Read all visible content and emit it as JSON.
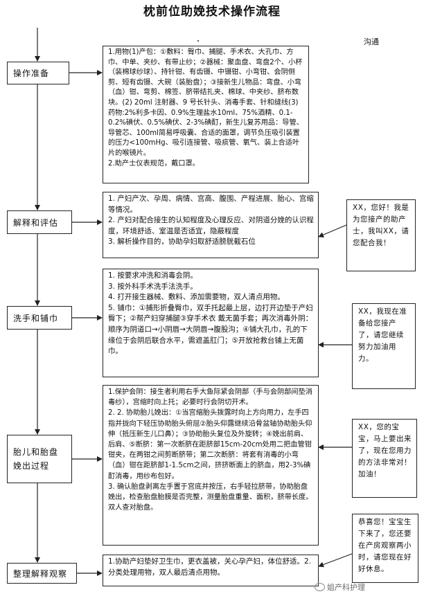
{
  "title": "枕前位助娩技术操作流程",
  "header_right": "沟通",
  "steps": [
    {
      "label": "操作准备"
    },
    {
      "label": "解释和评估"
    },
    {
      "label": "洗手和铺巾"
    },
    {
      "label": "胎儿和胎盘娩出过程"
    },
    {
      "label": "整理解释观察"
    }
  ],
  "contents": [
    {
      "lines": [
        "1.用物(1)产包：①敷料：臀巾、捕腿、手术衣、大孔巾、方巾、中单、夹纱、有带止纱；②器械：聚血盘、弯盘2个、小杯（装棉球纱球）、持针钳、有齿镊、中镊钳、小弯钳、会阴侧剪、短有齿镊、大碗（装胎盘）；③接新生儿物品：弯盘、小弯（血）钳、弯剪、棉签、脐带结扎夹、棉球、中夹纱、脐布数块。(2) 20ml 注射器、9 号长针头、消毒手套、针和缝线(3) 药物:2%利多卡因、0.9%生理盐水10ml、75%酒精、0.1-0.2%碘伏、0.5%碘伏、2-3%碘酊，新生儿复苏用品：导管、导管芯、100ml简易呼吸囊、合适的面罩，调节负压吸引装置的压力<100mHg、吸引连接管、吸痰管、氧气、装上合适叶片的喉镜片。",
        "2.助产士仪表规范，戴口罩。"
      ]
    },
    {
      "lines": [
        "1. 产妇产次、孕周、病情、宫高、腹围、产程进展、胎心、宫缩等情况。",
        "2. 产妇对配合接生的认知程度及心理反应、对阴道分娩的认识程度，环境舒适、室温是否适宜，隐蔽程度",
        "3. 解析操作目的，协助孕妇取舒适膀胱截石位"
      ]
    },
    {
      "lines": [
        "1. 按要求冲洗和消毒会阴。",
        "3. 按外科手术洗手法洗手。",
        "4. 打开接生器械、敷料、添加需要物，双人清点用物。",
        "5. 铺巾：①捕形折叠臀巾，双手托起最上层，边打开边垫于产妇臀下；②帮产妇穿捕腿③穿手术衣 戴无菌手套；再次消毒外阴：顺序为阴道口→小阴唇→大阴唇→腹股沟；④铺大孔巾，孔的下缘位于会阴后联合水平，需遮盖肛门；⑤开放抢救台铺上无菌巾。"
      ]
    },
    {
      "lines": [
        "1.保护会阴：接生者利用右手大鱼际紧会阴部（手与会阴部间垫消毒纱），宫缩时向上托；必要时行会阴切开术。",
        "2. 2. 协助胎儿娩出：①当宫缩胎头拨露时向上方向用力，左手四指并拢向下轻压协助胎头俯屈②胎头仰露继续沿骨盆轴协助胎头仰伸（抵压新生儿口鼻）；③协助胎头复位及外旋转；④娩出前肩、后肩、⑤断脐：第一次断脐在距脐部15cm-20cm处用二把血管钳钳夹，在两钳之间剪断脐带；第二次断脐：将套有消毒的小弯（血）钳在距脐部1-1.5cm之间，挤挤断面上的脐血，用2-3%碘酊消毒，用纱布包好。",
        "3. 确认胎盘剥离左手置于宫底并按压，右手轻拉脐带，协助胎盘娩出，检查胎盘胎膜是否完整，测量胎盘重量、面积，脐带长度。双人查对胎盘。"
      ]
    },
    {
      "lines": [
        "1.协助产妇垫好卫生巾，更衣盖被，关心孕产妇，体位舒适。2. 分类处理用物，双人最后清点用物。"
      ]
    }
  ],
  "communications": [
    "XX，您好！我是为您接产的助产士，我叫XX，请您配合我！",
    "XX，我现在准备给您接产了，请您继续努力加油用力。",
    "XX，您的宝宝，马上要出来了，现在您用力的方法非常对！加油！",
    "恭喜您！宝宝生下来了，您还要在产房观察两小时，请您现在好好休息。"
  ],
  "watermark": "姐产科护理"
}
